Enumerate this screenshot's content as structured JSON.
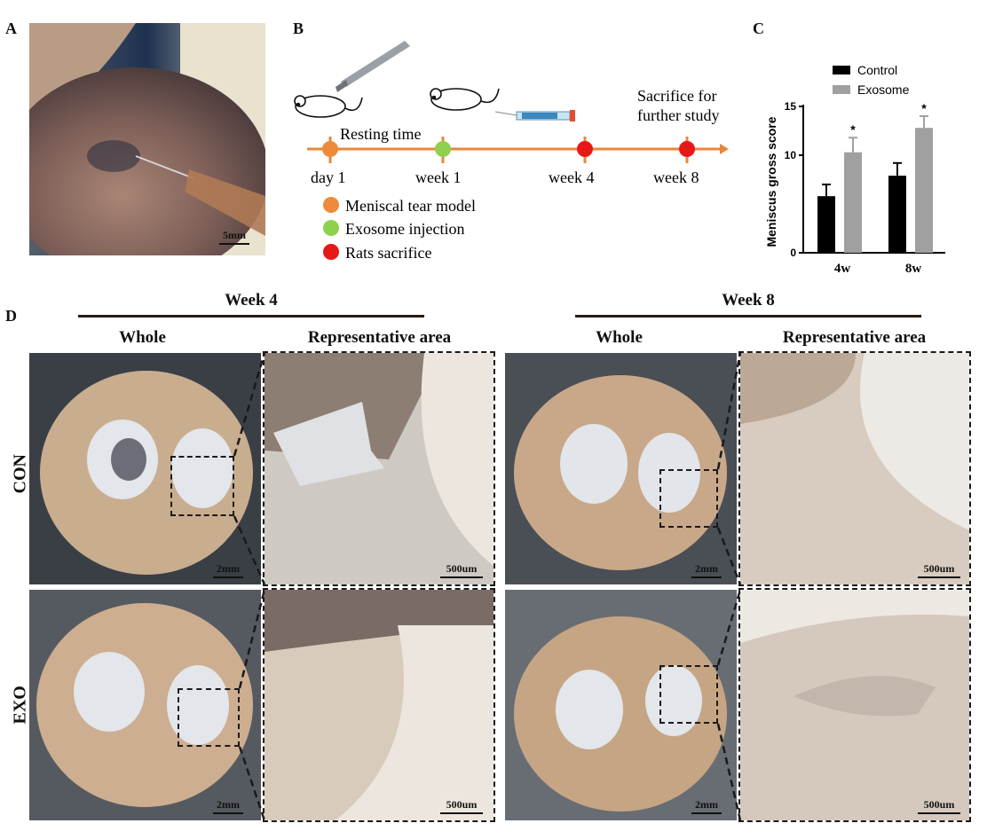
{
  "panels": {
    "A": {
      "letter": "A",
      "scale": "5mm"
    },
    "B": {
      "letter": "B",
      "resting": "Resting time",
      "sacrifice_line1": "Sacrifice for",
      "sacrifice_line2": "further study",
      "timepoints": [
        "day 1",
        "week 1",
        "week 4",
        "week 8"
      ],
      "legend": [
        {
          "label": "Meniscal tear model",
          "color": "#ef8a3a"
        },
        {
          "label": "Exosome injection",
          "color": "#8fd14f"
        },
        {
          "label": "Rats sacrifice",
          "color": "#e81818"
        }
      ]
    },
    "C": {
      "letter": "C"
    },
    "D": {
      "letter": "D",
      "week4": "Week 4",
      "week8": "Week 8",
      "whole": "Whole",
      "rep": "Representative area",
      "con": "CON",
      "exo": "EXO",
      "scale_whole": "2mm",
      "scale_rep": "500um"
    }
  },
  "colors": {
    "timeline": "#e8873a",
    "control": "#000000",
    "exosome": "#a0a0a0"
  },
  "chart_data": {
    "type": "bar",
    "categories": [
      "4w",
      "8w"
    ],
    "series": [
      {
        "name": "Control",
        "values": [
          5.8,
          7.9
        ],
        "errors": [
          1.2,
          1.3
        ]
      },
      {
        "name": "Exosome",
        "values": [
          10.3,
          12.8
        ],
        "errors": [
          1.5,
          1.2
        ]
      }
    ],
    "significance": [
      "*",
      "*"
    ],
    "ylabel": "Meniscus gross  score",
    "yticks": [
      0,
      10,
      15
    ],
    "ylim": [
      0,
      15
    ],
    "legend_position": "top"
  }
}
